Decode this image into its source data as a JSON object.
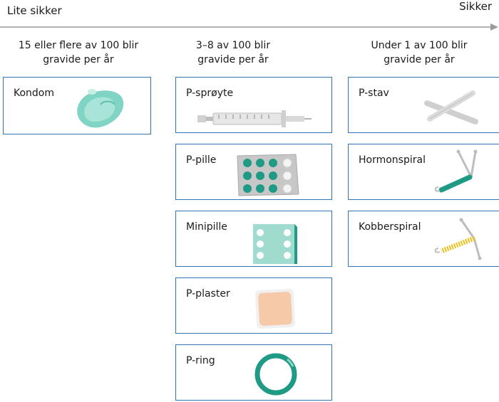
{
  "scale": {
    "left_label": "Lite sikker",
    "right_label": "Sikker"
  },
  "columns": [
    {
      "heading_line1": "15 eller flere av 100 blir",
      "heading_line2": "gravide per år",
      "items": [
        {
          "label": "Kondom",
          "icon": "condom-icon"
        }
      ]
    },
    {
      "heading_line1": "3–8 av 100 blir",
      "heading_line2": "gravide per år",
      "items": [
        {
          "label": "P-sprøyte",
          "icon": "syringe-icon"
        },
        {
          "label": "P-pille",
          "icon": "pill-pack-icon"
        },
        {
          "label": "Minipille",
          "icon": "minipill-pack-icon"
        },
        {
          "label": "P-plaster",
          "icon": "patch-icon"
        },
        {
          "label": "P-ring",
          "icon": "vaginal-ring-icon"
        }
      ]
    },
    {
      "heading_line1": "Under 1 av 100 blir",
      "heading_line2": "gravide per år",
      "items": [
        {
          "label": "P-stav",
          "icon": "implant-rods-icon"
        },
        {
          "label": "Hormonspiral",
          "icon": "hormonal-iud-icon"
        },
        {
          "label": "Kobberspiral",
          "icon": "copper-iud-icon"
        }
      ]
    }
  ],
  "colors": {
    "border": "#2f74b5",
    "teal": "#2aa88f",
    "axis": "#9a9a9a"
  }
}
